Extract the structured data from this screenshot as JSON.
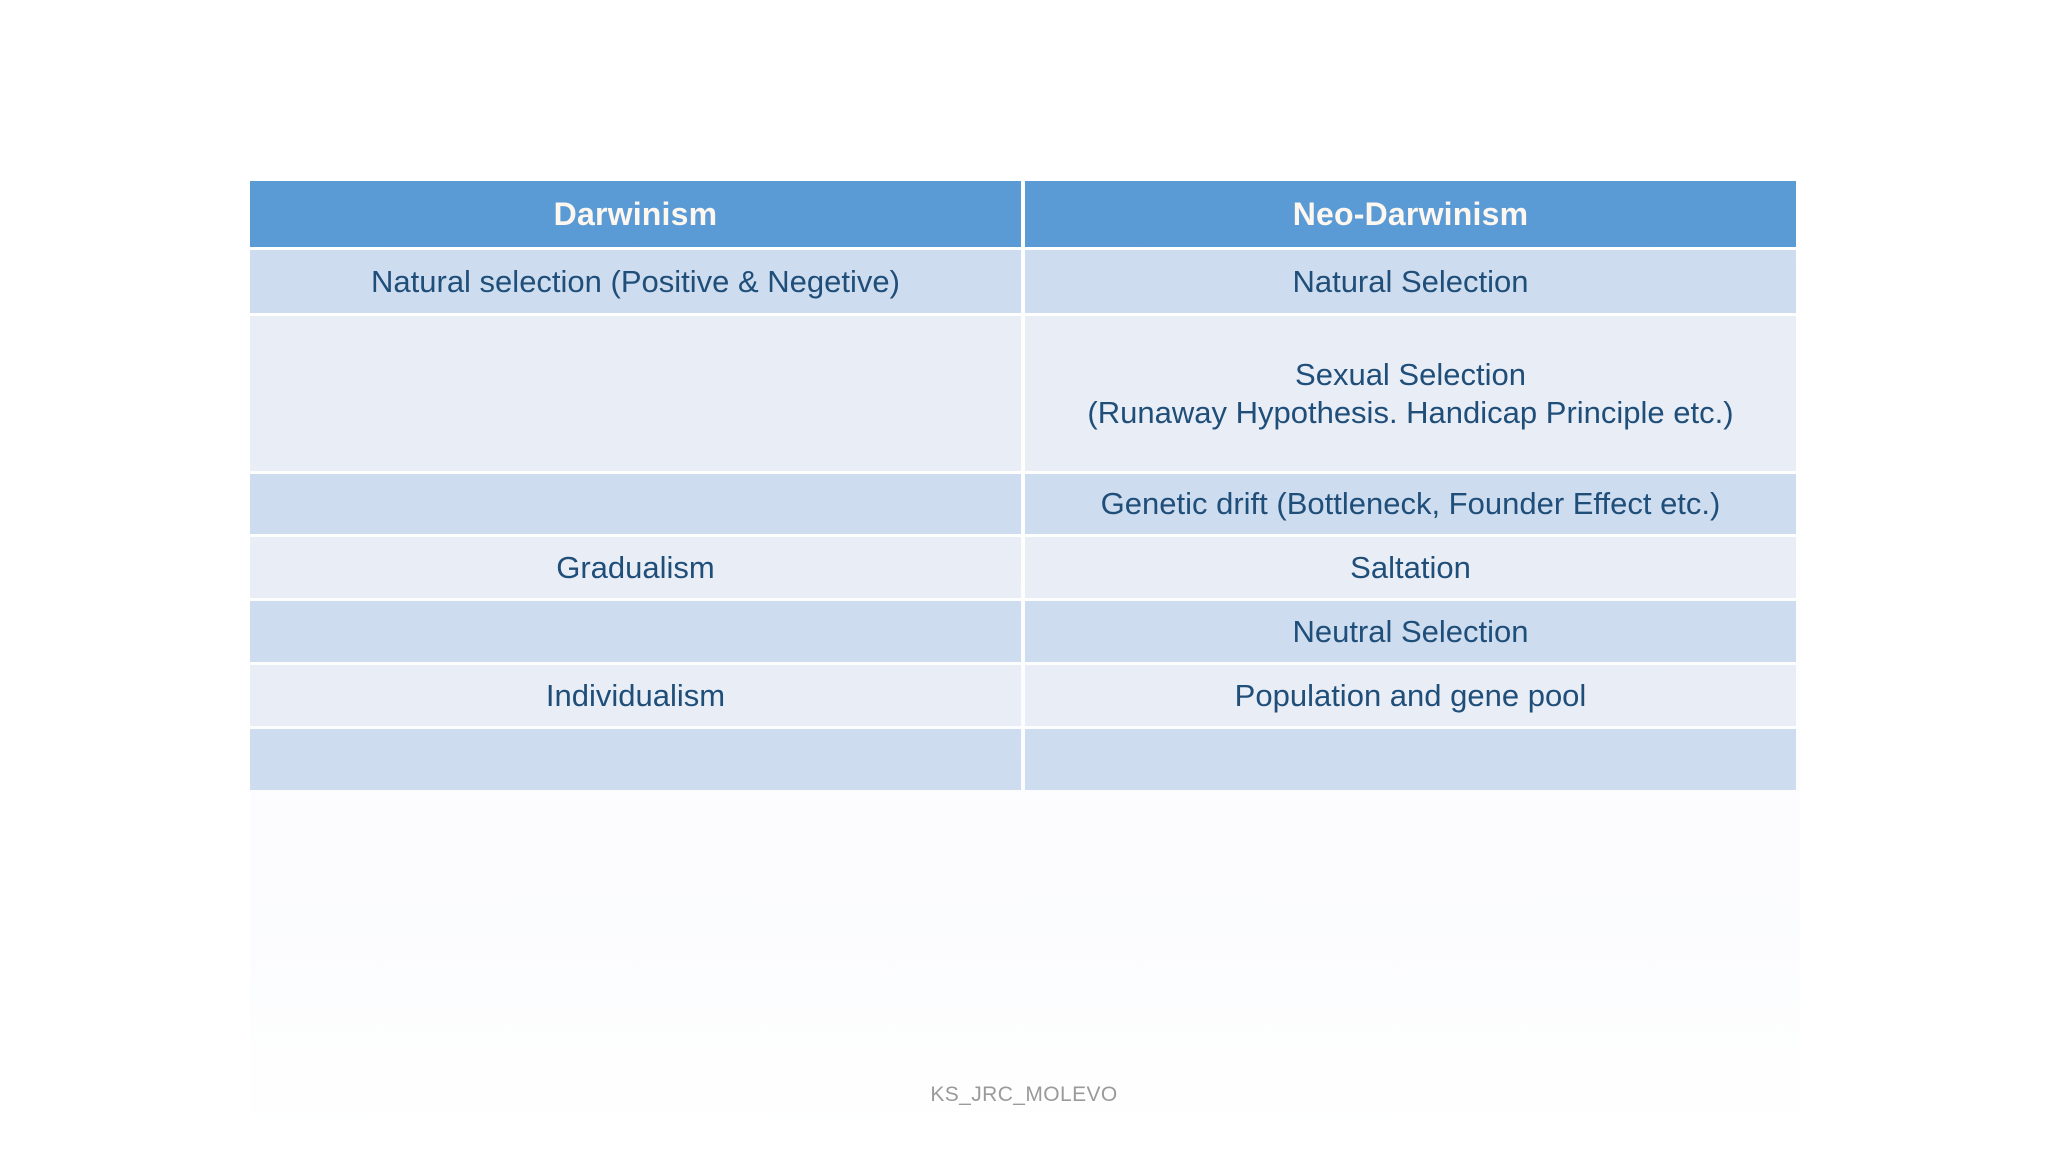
{
  "slide": {
    "background_color": "#FFFFFF",
    "footer_text": "KS_JRC_MOLEVO"
  },
  "theme": {
    "header_fill": "#5B9BD5",
    "header_text_color": "#FDF7EF",
    "band_dark": "#CEDCEF",
    "band_light": "#E9EDF6",
    "body_text_color": "#1F4E79",
    "footer_text_color": "#9A9A9A"
  },
  "table": {
    "columns": [
      {
        "label": "Darwinism"
      },
      {
        "label": "Neo-Darwinism"
      }
    ],
    "rows": [
      {
        "band": "dark",
        "left": "Natural selection (Positive & Negetive)",
        "right": "Natural Selection"
      },
      {
        "band": "light",
        "left": "",
        "right": "Sexual Selection\n(Runaway Hypothesis. Handicap Principle etc.)"
      },
      {
        "band": "dark",
        "left": "",
        "right": "Genetic drift (Bottleneck, Founder Effect etc.)"
      },
      {
        "band": "light",
        "left": "Gradualism",
        "right": "Saltation"
      },
      {
        "band": "dark",
        "left": "",
        "right": "Neutral Selection"
      },
      {
        "band": "light",
        "left": "Individualism",
        "right": "Population and gene pool"
      },
      {
        "band": "dark",
        "left": "",
        "right": ""
      }
    ]
  }
}
